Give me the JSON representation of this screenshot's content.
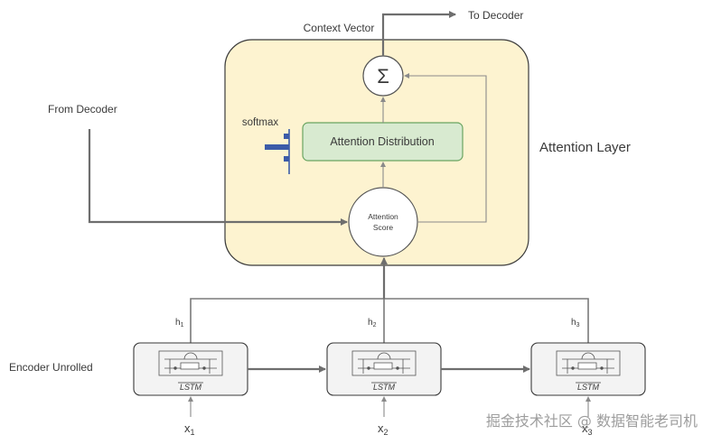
{
  "labels": {
    "context_vector": "Context Vector",
    "to_decoder": "To Decoder",
    "from_decoder": "From Decoder",
    "softmax": "softmax",
    "attention_distribution": "Attention Distribution",
    "attention_layer": "Attention Layer",
    "attention_score_line1": "Attention",
    "attention_score_line2": "Score",
    "sum_symbol": "Σ",
    "encoder_unrolled": "Encoder Unrolled",
    "watermark": "掘金技术社区 @ 数据智能老司机"
  },
  "cells": [
    {
      "lstm": "LSTM",
      "h_base": "h",
      "h_sub": "1",
      "x_base": "x",
      "x_sub": "1"
    },
    {
      "lstm": "LSTM",
      "h_base": "h",
      "h_sub": "2",
      "x_base": "x",
      "x_sub": "2"
    },
    {
      "lstm": "LSTM",
      "h_base": "h",
      "h_sub": "3",
      "x_base": "x",
      "x_sub": "3"
    }
  ],
  "colors": {
    "attention_layer_fill": "#fdf3d0",
    "attention_dist_fill": "#d8ead0",
    "attention_dist_stroke": "#6aa561",
    "softmax_bars": "#3b5ba8",
    "arrows": "#6e6e6e"
  }
}
